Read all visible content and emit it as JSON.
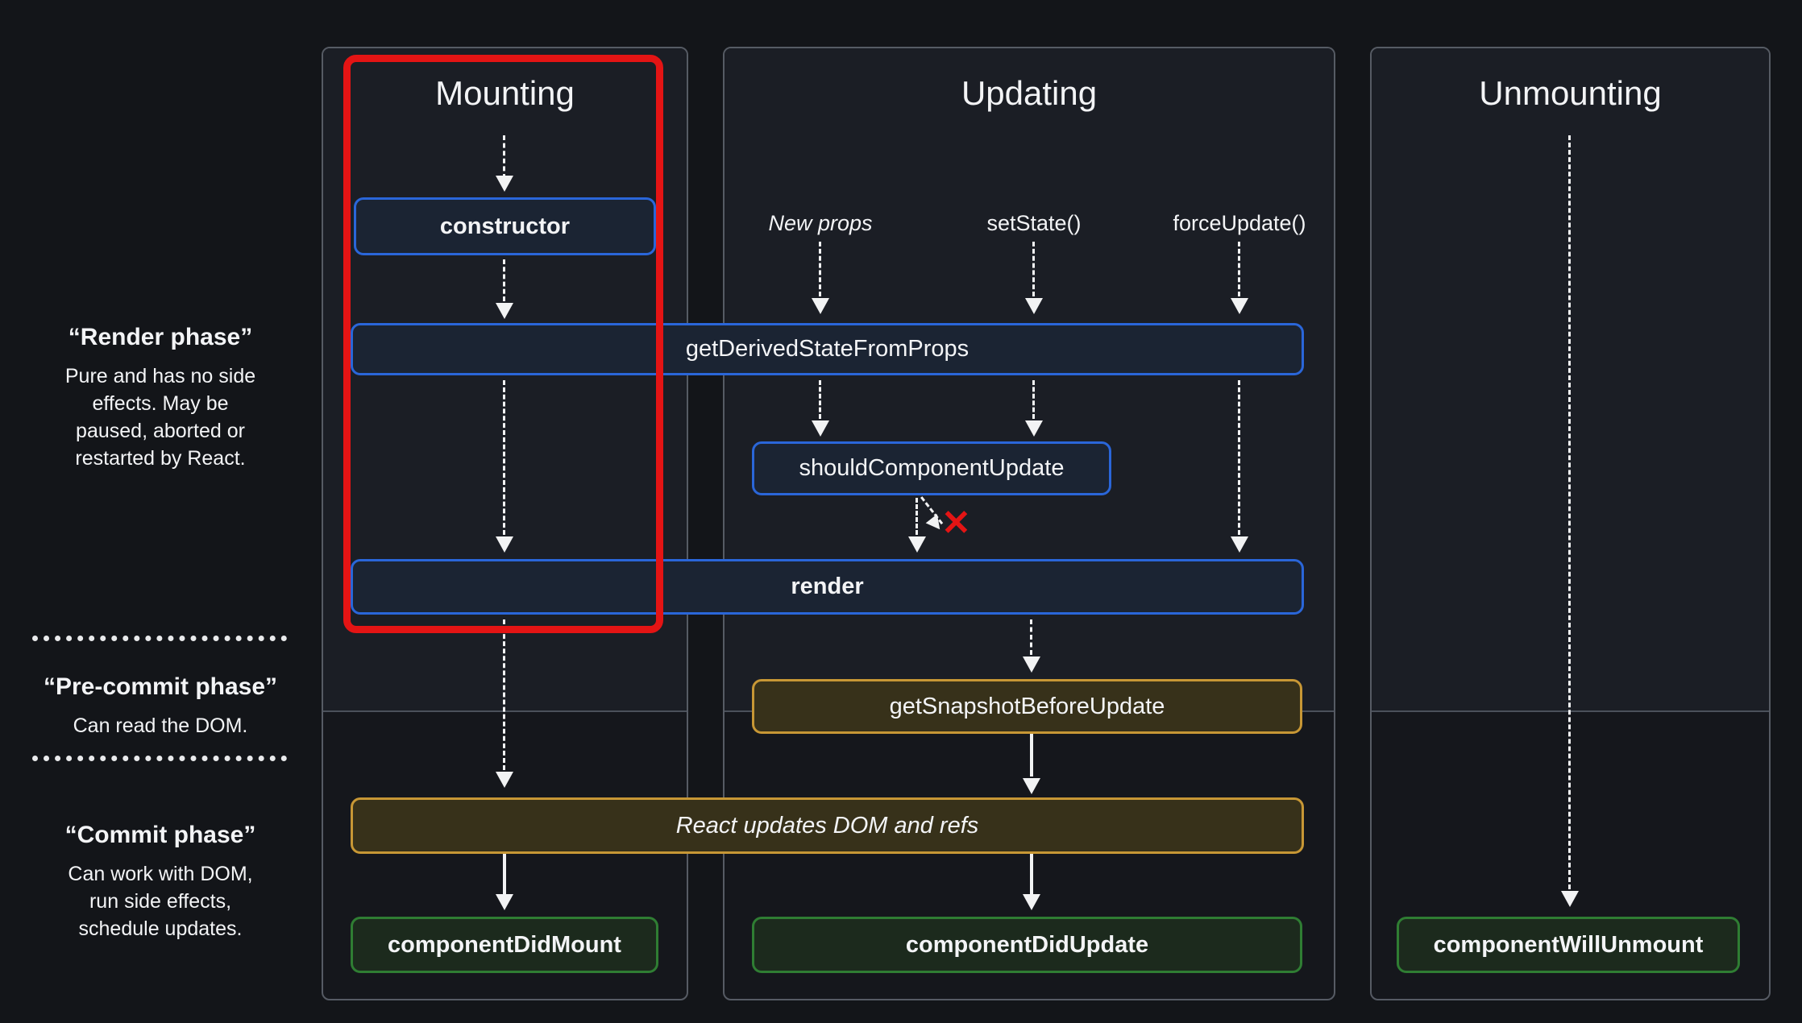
{
  "columns": [
    {
      "title": "Mounting"
    },
    {
      "title": "Updating"
    },
    {
      "title": "Unmounting"
    }
  ],
  "phases": {
    "render": {
      "title": "“Render phase”",
      "desc": "Pure and has no side\neffects. May be\npaused, aborted or\nrestarted by React."
    },
    "pre_commit": {
      "title": "“Pre-commit phase”",
      "desc": "Can read the DOM."
    },
    "commit": {
      "title": "“Commit phase”",
      "desc": "Can work with DOM,\nrun side effects,\nschedule updates."
    }
  },
  "triggers": {
    "new_props": "New props",
    "set_state": "setState()",
    "force_update": "forceUpdate()"
  },
  "methods": {
    "ctor": "constructor",
    "get_derived_state_from_props": "getDerivedStateFromProps",
    "should_component_update": "shouldComponentUpdate",
    "render": "render",
    "get_snapshot_before_update": "getSnapshotBeforeUpdate",
    "react_updates": "React updates DOM and refs",
    "component_did_mount": "componentDidMount",
    "component_did_update": "componentDidUpdate",
    "component_will_unmount": "componentWillUnmount"
  },
  "icons": {
    "abort_x": "✕"
  },
  "colors": {
    "bg": "#131519",
    "panel_bg": "#15171c",
    "panel_top_bg": "#1b1e25",
    "panel_border": "#565b64",
    "rule": "#4b515b",
    "text": "#f3f4f6",
    "blue_border": "#2a66d9",
    "blue_bg": "#1b2433",
    "gold_border": "#c79735",
    "gold_bg": "#37311a",
    "green_border": "#2f7d33",
    "green_bg": "#1c2a1d",
    "red": "#e41414",
    "arrow": "#f2f3f4"
  }
}
